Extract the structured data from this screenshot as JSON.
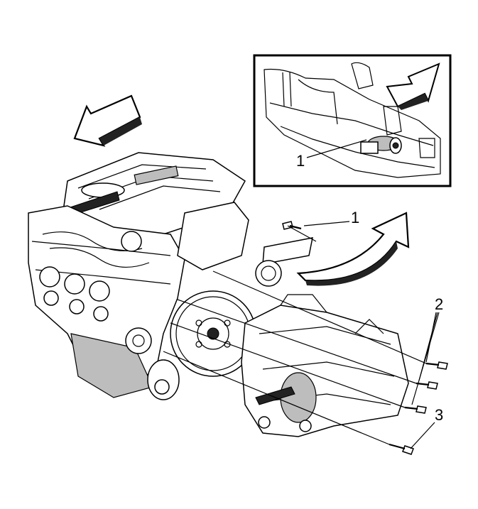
{
  "callouts": {
    "inset_label": "1",
    "bolt_1": "1",
    "bolts_2": "2",
    "bolt_3": "3"
  },
  "icons": [
    "direction-arrow-icon",
    "direction-arrow-icon",
    "rotation-arrow-icon"
  ]
}
